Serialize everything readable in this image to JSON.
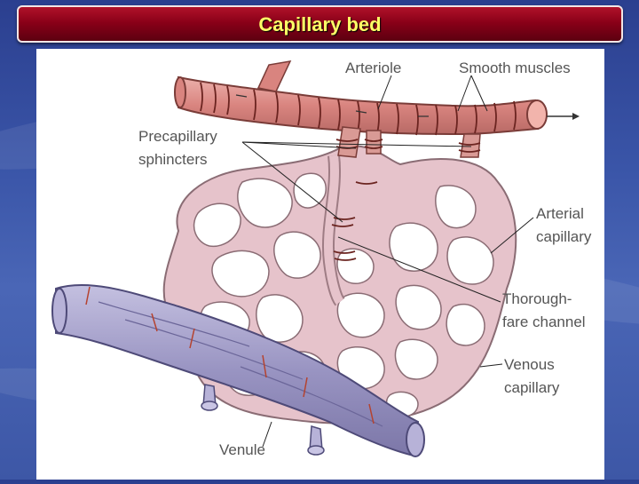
{
  "slide": {
    "title": "Capillary bed"
  },
  "labels": {
    "arteriole": "Arteriole",
    "smooth_muscles": "Smooth muscles",
    "precapillary_1": "Precapillary",
    "precapillary_2": "sphincters",
    "arterial_cap_1": "Arterial",
    "arterial_cap_2": "capillary",
    "thoroughfare_1": "Thorough-",
    "thoroughfare_2": "fare channel",
    "venous_cap_1": "Venous",
    "venous_cap_2": "capillary",
    "venule": "Venule"
  },
  "colors": {
    "arteriole": "#d98a86",
    "capillary": "#e8c4cc",
    "venule": "#9c97c4",
    "title_bg": "#8a0018",
    "title_text": "#ffff66"
  }
}
